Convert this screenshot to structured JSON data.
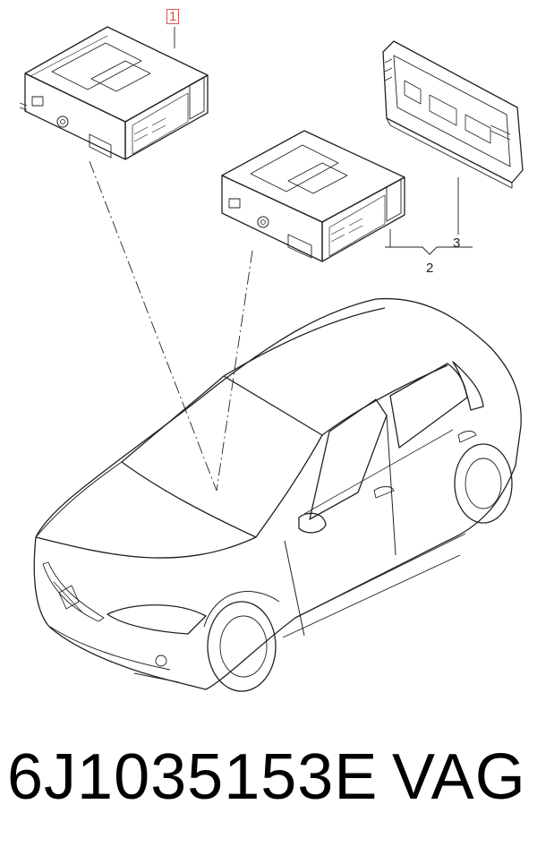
{
  "callouts": {
    "part_1": "1",
    "part_2": "2",
    "part_3": "3"
  },
  "caption": {
    "part_number": "6J1035153E",
    "brand": "VAG"
  },
  "colors": {
    "line": "#222222",
    "highlight_box": "#d9534f",
    "background": "#ffffff"
  }
}
